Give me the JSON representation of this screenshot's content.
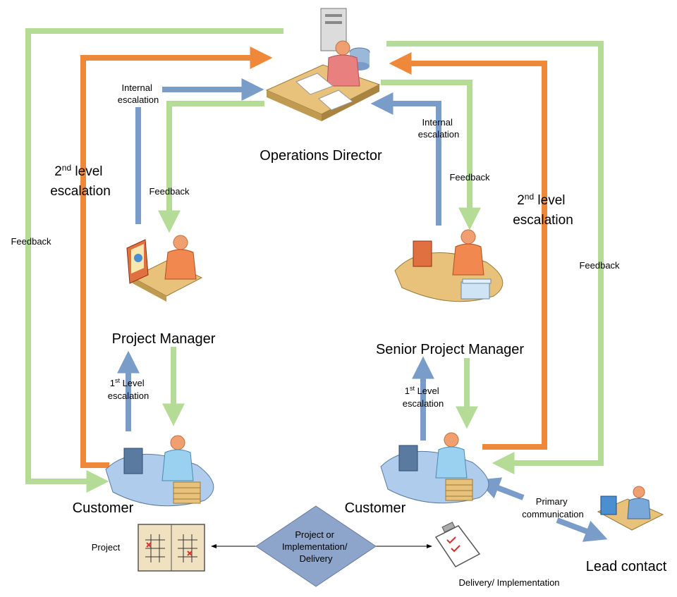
{
  "nodes": {
    "operations_director": "Operations Director",
    "project_manager": "Project Manager",
    "senior_project_manager": "Senior Project Manager",
    "customer_left": "Customer",
    "customer_right": "Customer",
    "lead_contact": "Lead contact",
    "project": "Project",
    "delivery_implementation": "Delivery/ Implementation",
    "center": [
      "Project or",
      "Implementation/",
      "Delivery"
    ]
  },
  "labels": {
    "internal_escalation_left": [
      "Internal",
      "escalation"
    ],
    "internal_escalation_right": [
      "Internal",
      "escalation"
    ],
    "feedback_left_inner": "Feedback",
    "feedback_right_inner": "Feedback",
    "feedback_left_outer": "Feedback",
    "feedback_right_outer": "Feedback",
    "second_level_left": {
      "num": "2",
      "sup": "nd",
      "word": " level",
      "line2": "escalation"
    },
    "second_level_right": {
      "num": "2",
      "sup": "nd",
      "word": " level",
      "line2": "escalation"
    },
    "first_level_left": {
      "num": "1",
      "sup": "st",
      "word": " Level",
      "line2": "escalation"
    },
    "first_level_right": {
      "num": "1",
      "sup": "st",
      "word": " Level",
      "line2": "escalation"
    },
    "primary_communication": [
      "Primary",
      "communication"
    ]
  },
  "colors": {
    "orange": "#f0883a",
    "blue": "#7a9cc8",
    "green": "#b4dc96",
    "diamond": "#8ea5cb"
  }
}
